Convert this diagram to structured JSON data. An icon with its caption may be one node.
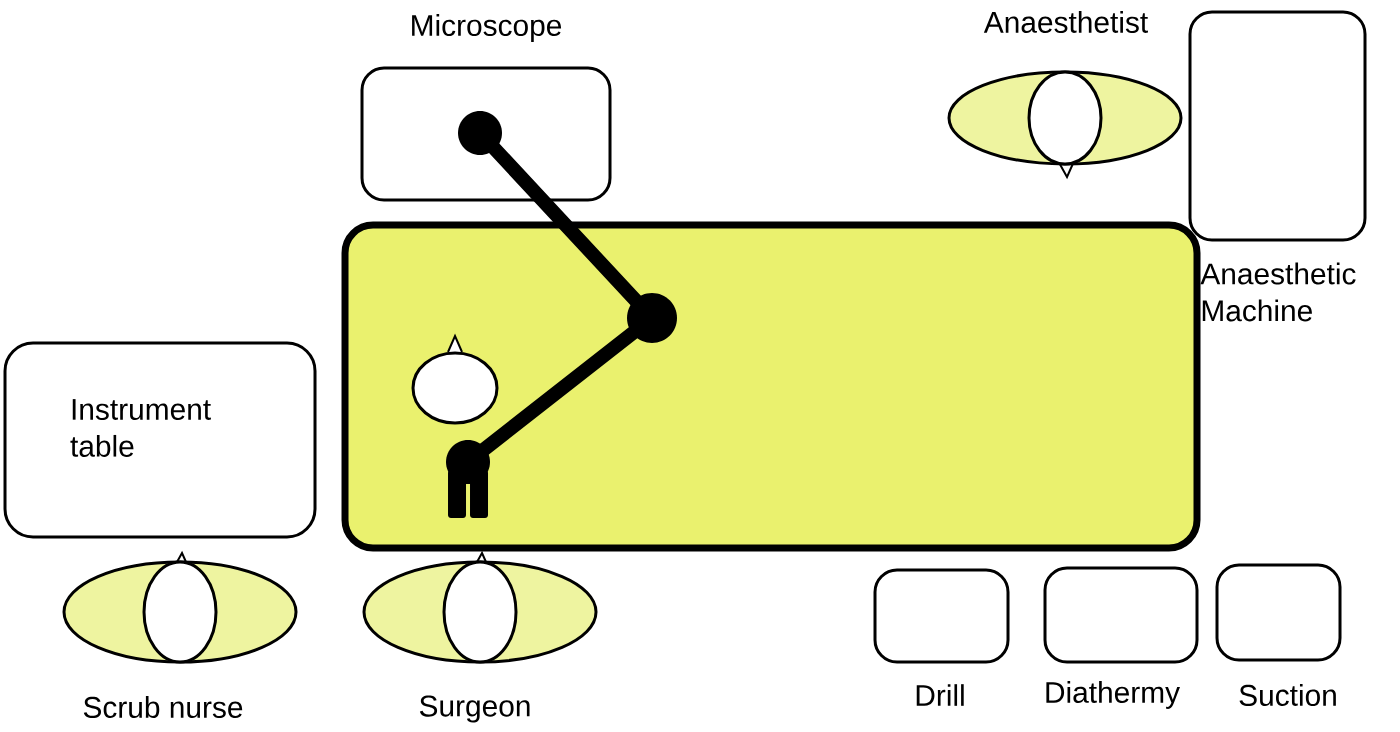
{
  "diagram": {
    "nodes": [
      {
        "text": [
          "Microscope"
        ]
      },
      {
        "text": [
          "Anaesthetist"
        ]
      },
      {
        "text": [
          "Anaesthetic Machine"
        ]
      },
      {
        "text": [],
        "shape": "box"
      },
      {
        "text": [
          "Instrument table"
        ]
      },
      {
        "text": [
          "Scrub nurse"
        ]
      },
      {
        "text": [
          "Surgeon"
        ]
      },
      {
        "text": [
          "Drill"
        ]
      },
      {
        "text": [
          "Diathermy"
        ]
      },
      {
        "text": [
          "Suction"
        ]
      }
    ]
  }
}
